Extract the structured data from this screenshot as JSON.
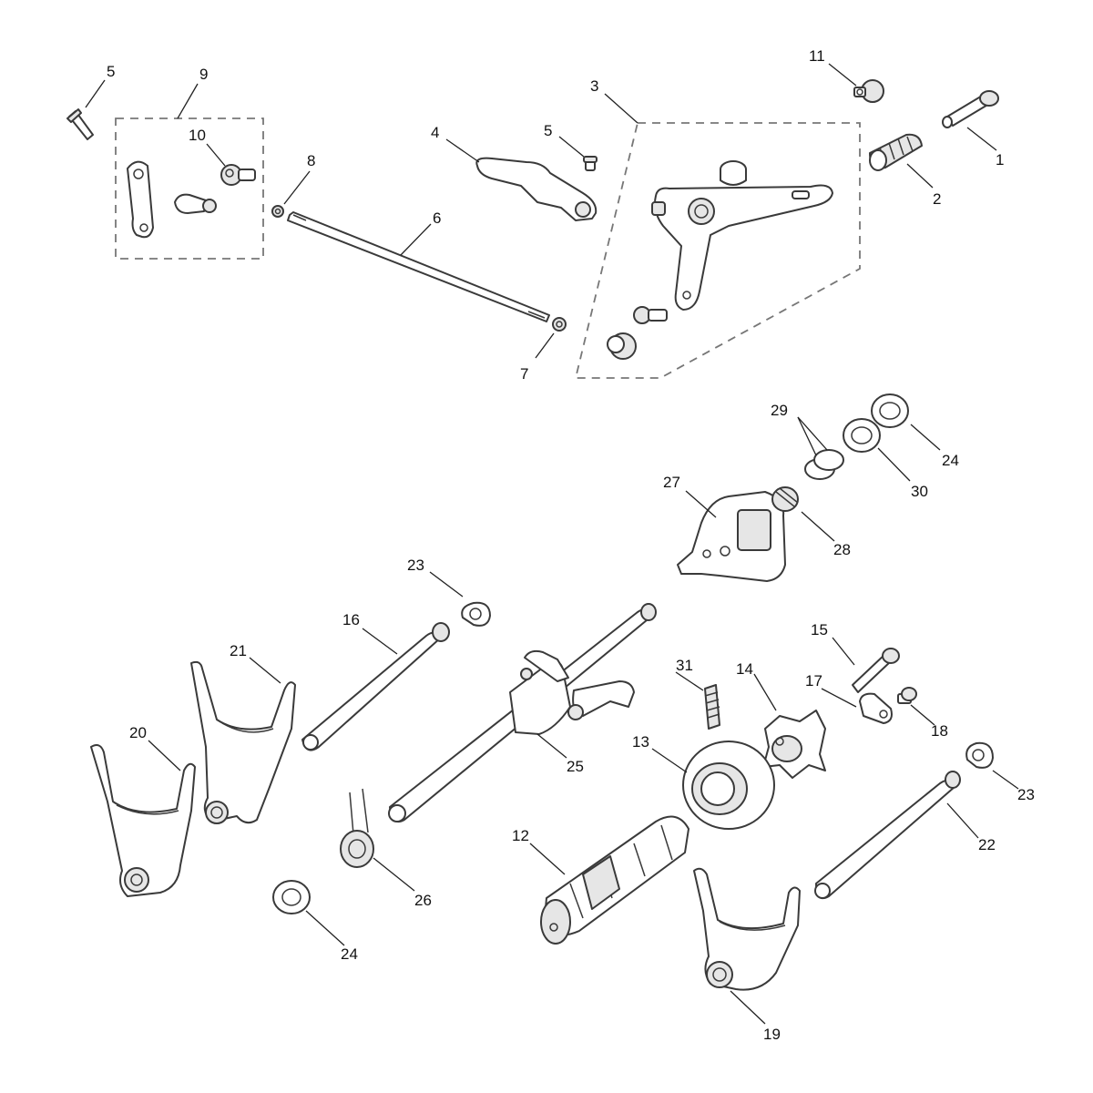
{
  "callouts": [
    "1",
    "2",
    "3",
    "4",
    "5",
    "5",
    "6",
    "7",
    "8",
    "9",
    "10",
    "11",
    "12",
    "13",
    "14",
    "15",
    "16",
    "17",
    "18",
    "19",
    "20",
    "21",
    "22",
    "23",
    "23",
    "24",
    "24",
    "25",
    "26",
    "27",
    "28",
    "29",
    "30",
    "31"
  ],
  "colors": {
    "line": "#3a3a3a",
    "shade": "#e6e6e6",
    "background": "#ffffff"
  }
}
